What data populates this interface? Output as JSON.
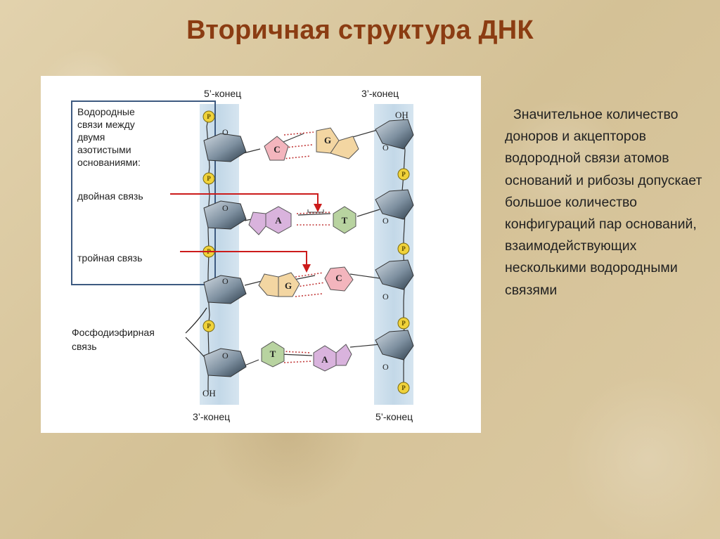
{
  "slide": {
    "title": "Вторичная структура ДНК",
    "body_text": "Значительное количество доноров и акцепторов водородной связи атомов оснований и рибозы допускает большое количество конфигураций пар оснований, взаимодействующих несколькими водородными связями"
  },
  "figure": {
    "top_left_label": "5’-конец",
    "top_right_label": "3’-конец",
    "bottom_left_label": "3’-конец",
    "bottom_right_label": "5’-конец",
    "legend_lines": [
      "Водородные",
      "связи между",
      "двумя",
      "азотистыми",
      "основаниями:"
    ],
    "double_bond_label": "двойная связь",
    "triple_bond_label": "тройная связь",
    "phosphodiester_lines": [
      "Фосфодиэфирная",
      "связь"
    ],
    "oh_top": "OH",
    "oh_bottom": "OH",
    "phosphate_letter": "P",
    "oxygen_letter": "O",
    "base_pairs": [
      {
        "left": "C",
        "right": "G"
      },
      {
        "left": "A",
        "right": "T"
      },
      {
        "left": "G",
        "right": "C"
      },
      {
        "left": "T",
        "right": "A"
      }
    ],
    "colors": {
      "C": "#f3b5bd",
      "G": "#f3d6a2",
      "A": "#d9b3dd",
      "T": "#b8d3a0",
      "title": "#8b3c12",
      "arrow": "#cc1b1b",
      "backbone_band": "#c9dcea",
      "legend_border": "#3d5a80"
    }
  }
}
